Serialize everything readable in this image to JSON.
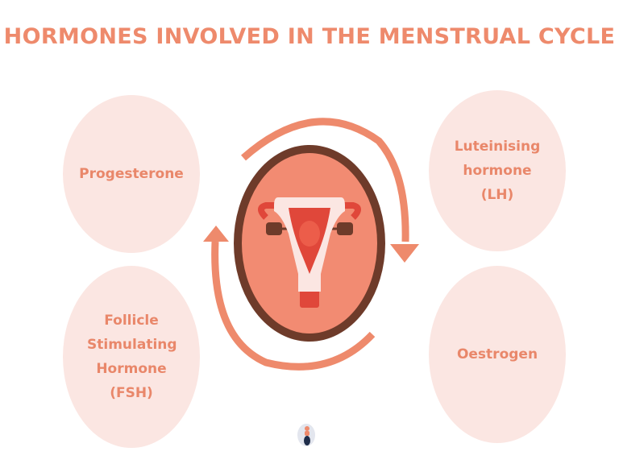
{
  "title": "HORMONES INVOLVED IN THE MENSTRUAL CYCLE",
  "hormones": [
    {
      "label": "Progesterone"
    },
    {
      "label": "Luteinising hormone (LH)"
    },
    {
      "label": "Follicle Stimulating Hormone (FSH)"
    },
    {
      "label": "Oestrogen"
    }
  ],
  "colors": {
    "accent": "#ee8a6c",
    "bubble": "#fbe6e2",
    "oval_fill": "#f28b72",
    "oval_border": "#6e3b2a",
    "uterus_light": "#fbe6e2",
    "uterus_red": "#e0473a"
  },
  "icons": [
    "uterus-icon",
    "cycle-arrows-icon",
    "person-logo-icon"
  ]
}
